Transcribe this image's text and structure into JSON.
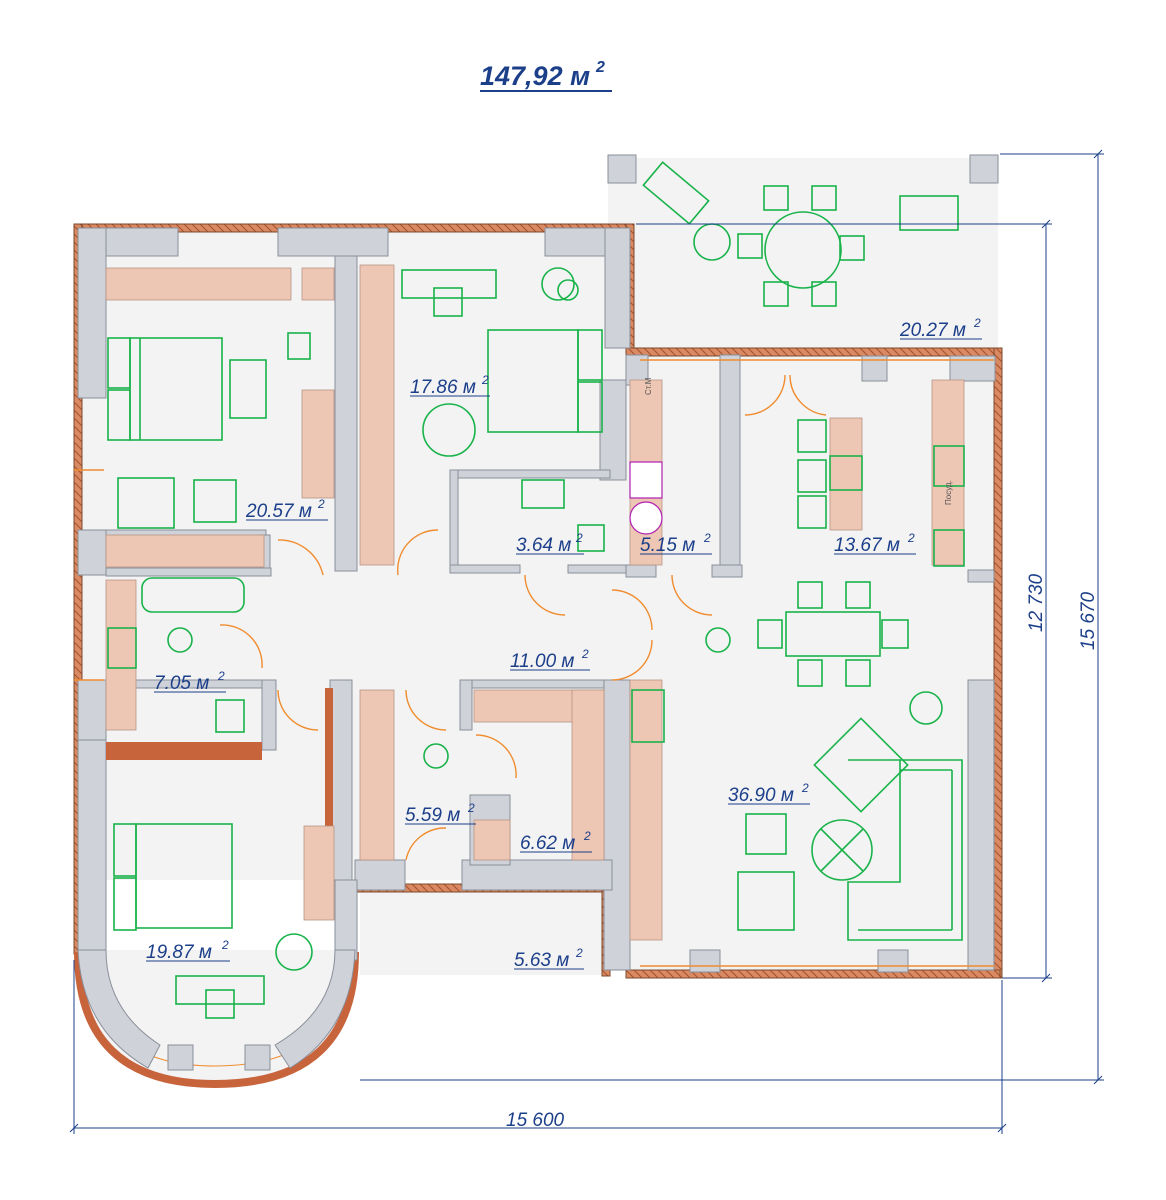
{
  "plan": {
    "total_area": "147,92 м",
    "total_area_sup": "2",
    "dimensions": {
      "width": "15 600",
      "height_inner": "12 730",
      "height_outer": "15 670"
    },
    "rooms": [
      {
        "id": "bedroom-1",
        "area": "20.57 м",
        "sup": "2"
      },
      {
        "id": "bedroom-2",
        "area": "17.86 м",
        "sup": "2"
      },
      {
        "id": "bathroom-small",
        "area": "3.64 м",
        "sup": "2"
      },
      {
        "id": "pantry",
        "area": "5.15 м",
        "sup": "2"
      },
      {
        "id": "kitchen",
        "area": "13.67 м",
        "sup": "2"
      },
      {
        "id": "terrace",
        "area": "20.27 м",
        "sup": "2"
      },
      {
        "id": "bathroom",
        "area": "7.05 м",
        "sup": "2"
      },
      {
        "id": "hall",
        "area": "11.00 м",
        "sup": "2"
      },
      {
        "id": "bedroom-3",
        "area": "19.87 м",
        "sup": "2"
      },
      {
        "id": "vestibule",
        "area": "5.59 м",
        "sup": "2"
      },
      {
        "id": "wardrobe",
        "area": "6.62 м",
        "sup": "2"
      },
      {
        "id": "porch",
        "area": "5.63 м",
        "sup": "2"
      },
      {
        "id": "living",
        "area": "36.90 м",
        "sup": "2"
      }
    ],
    "appliance_labels": {
      "washer": "Ст.М",
      "dishwasher": "Посуд."
    },
    "colors": {
      "label": "#1c3f8a",
      "furniture": "#19b34a",
      "cabinet": "#eec6b4",
      "wall": "#cfd2d8",
      "brick": "#c8643c",
      "door": "#f08c2e"
    }
  }
}
